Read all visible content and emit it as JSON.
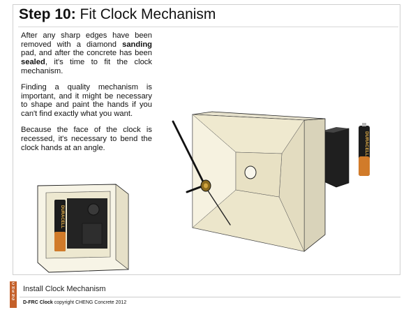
{
  "slide": {
    "title_step": "Step 10:",
    "title_rest": " Fit Clock Mechanism",
    "paragraph1": {
      "part1": "After any sharp edges have been removed with a diamond ",
      "bold1": "sanding",
      "part2": " pad, and after the concrete has been ",
      "bold2": "sealed",
      "part3": ", it's time to fit the clock mechanism."
    },
    "paragraph2": "Finding a quality mechanism is important, and it might be necessary to shape and paint the hands if you can't find exactly what you want.",
    "paragraph3": "Because the face of the clock is recessed, it's necessary to bend the clock hands at an angle."
  },
  "battery_brand": "DURACELL",
  "footer": {
    "brand_letters": [
      "C",
      "H",
      "E",
      "N",
      "G"
    ],
    "label": "Install Clock Mechanism",
    "copy_bold": "D-FRC Clock",
    "copy_rest": "  copyright CHENG Concrete 2012"
  },
  "colors": {
    "accent": "#c4602a",
    "concrete": "#f1ecd6",
    "mechanism": "#2b2b2b",
    "battery_copper": "#d17b2a"
  }
}
